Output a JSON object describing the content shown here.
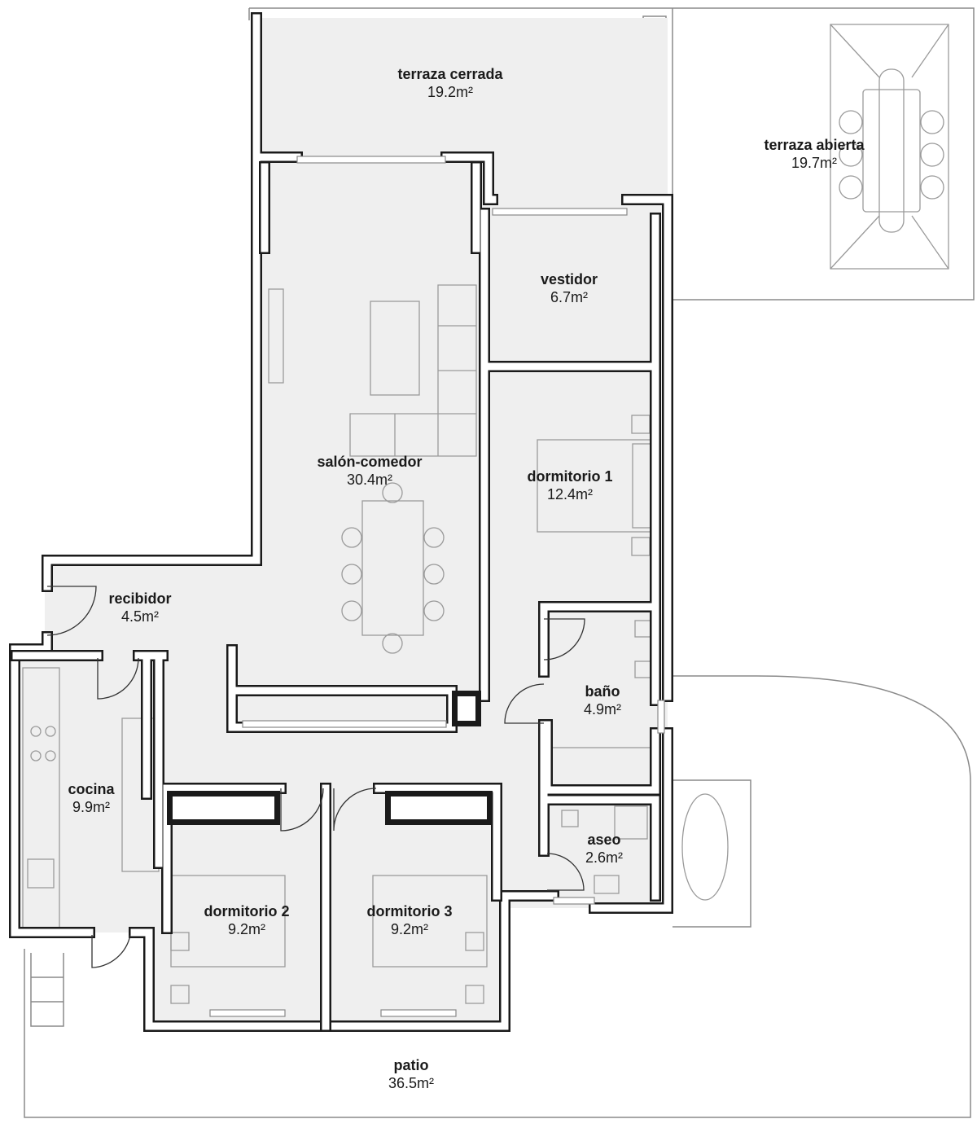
{
  "plan": {
    "rooms": [
      {
        "id": "terraza-cerrada",
        "name": "terraza cerrada",
        "area": "19.2m²"
      },
      {
        "id": "terraza-abierta",
        "name": "terraza abierta",
        "area": "19.7m²"
      },
      {
        "id": "vestidor",
        "name": "vestidor",
        "area": "6.7m²"
      },
      {
        "id": "salon-comedor",
        "name": "salón-comedor",
        "area": "30.4m²"
      },
      {
        "id": "dormitorio-1",
        "name": "dormitorio 1",
        "area": "12.4m²"
      },
      {
        "id": "recibidor",
        "name": "recibidor",
        "area": "4.5m²"
      },
      {
        "id": "bano",
        "name": "baño",
        "area": "4.9m²"
      },
      {
        "id": "cocina",
        "name": "cocina",
        "area": "9.9m²"
      },
      {
        "id": "aseo",
        "name": "aseo",
        "area": "2.6m²"
      },
      {
        "id": "dormitorio-2",
        "name": "dormitorio 2",
        "area": "9.2m²"
      },
      {
        "id": "dormitorio-3",
        "name": "dormitorio 3",
        "area": "9.2m²"
      },
      {
        "id": "patio",
        "name": "patio",
        "area": "36.5m²"
      }
    ],
    "colors": {
      "floor": "#efefef",
      "wall": "#1a1a1a",
      "outline": "#8a8a8a"
    }
  }
}
